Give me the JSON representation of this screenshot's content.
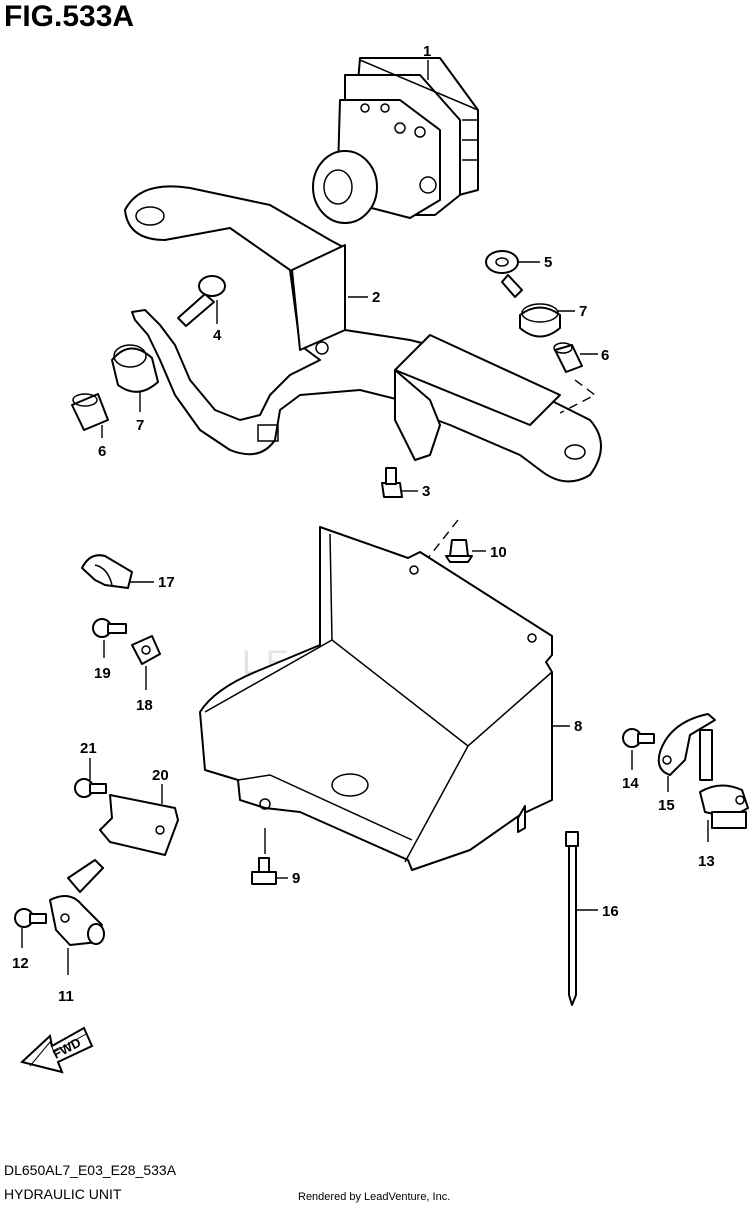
{
  "figure": {
    "title": "FIG.533A",
    "code": "DL650AL7_E03_E28_533A",
    "name": "HYDRAULIC UNIT",
    "rendered_by": "Rendered by LeadVenture, Inc.",
    "watermark": "LEADVENTURE",
    "fwd_label": "FWD"
  },
  "callouts": {
    "c1": "1",
    "c2": "2",
    "c3": "3",
    "c4": "4",
    "c5": "5",
    "c6a": "6",
    "c6b": "6",
    "c7a": "7",
    "c7b": "7",
    "c8": "8",
    "c9": "9",
    "c10": "10",
    "c11": "11",
    "c12": "12",
    "c13": "13",
    "c14": "14",
    "c15": "15",
    "c16": "16",
    "c17": "17",
    "c18": "18",
    "c19": "19",
    "c20": "20",
    "c21": "21"
  }
}
